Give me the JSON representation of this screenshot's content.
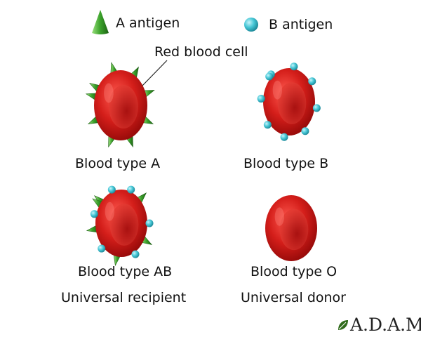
{
  "legend": {
    "a_antigen": "A antigen",
    "b_antigen": "B antigen"
  },
  "callout": "Red blood cell",
  "cells": [
    {
      "type_label": "Blood type A",
      "note": "",
      "antigens": [
        "A"
      ]
    },
    {
      "type_label": "Blood type B",
      "note": "",
      "antigens": [
        "B"
      ]
    },
    {
      "type_label": "Blood type AB",
      "note": "Universal recipient",
      "antigens": [
        "A",
        "B"
      ]
    },
    {
      "type_label": "Blood type O",
      "note": "Universal donor",
      "antigens": []
    }
  ],
  "brand": "A.D.A.M.",
  "colors": {
    "cell": "#c81414",
    "a_antigen": "#3aa12a",
    "b_antigen": "#46c7d6"
  }
}
